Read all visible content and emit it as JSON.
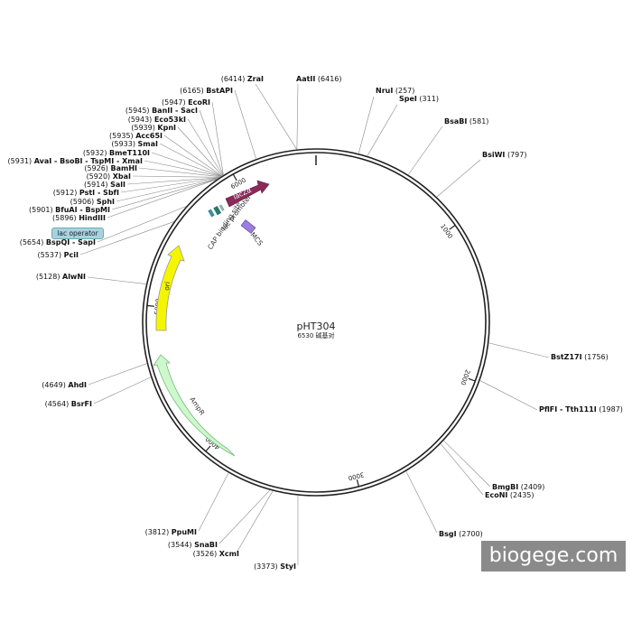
{
  "plasmid": {
    "name": "pHT304",
    "length_label": "6530 碱基对",
    "length": 6530
  },
  "ticks": [
    "1000",
    "2000",
    "3000",
    "4000",
    "5000",
    "6000"
  ],
  "watermark": "biogege.com",
  "lac_operator": "lac operator",
  "features": {
    "lacZa": "lacZα",
    "lac_promoter": "lac promoter",
    "cap_site": "CAP binding site",
    "mcs": "MCS",
    "ori": "ori",
    "ampr": "AmpR"
  },
  "sites": [
    {
      "pos": "(6414)",
      "name": "ZraI"
    },
    {
      "pos": "(6416)",
      "name": "AatII"
    },
    {
      "pos": "(257)",
      "name": "NruI"
    },
    {
      "pos": "(311)",
      "name": "SpeI"
    },
    {
      "pos": "(581)",
      "name": "BsaBI"
    },
    {
      "pos": "(797)",
      "name": "BsiWI"
    },
    {
      "pos": "(1756)",
      "name": "BstZ17I"
    },
    {
      "pos": "(1987)",
      "name": "PflFI - Tth111I"
    },
    {
      "pos": "(2409)",
      "name": "BmgBI"
    },
    {
      "pos": "(2435)",
      "name": "EcoNI"
    },
    {
      "pos": "(2700)",
      "name": "BsgI"
    },
    {
      "pos": "(3373)",
      "name": "StyI"
    },
    {
      "pos": "(3526)",
      "name": "XcmI"
    },
    {
      "pos": "(3544)",
      "name": "SnaBI"
    },
    {
      "pos": "(3812)",
      "name": "PpuMI"
    },
    {
      "pos": "(4564)",
      "name": "BsrFI"
    },
    {
      "pos": "(4649)",
      "name": "AhdI"
    },
    {
      "pos": "(5128)",
      "name": "AlwNI"
    },
    {
      "pos": "(5537)",
      "name": "PciI"
    },
    {
      "pos": "(5654)",
      "name": "BspQI - SapI"
    },
    {
      "pos": "(5896)",
      "name": "HindIII"
    },
    {
      "pos": "(5901)",
      "name": "BfuAI - BspMI"
    },
    {
      "pos": "(5906)",
      "name": "SphI"
    },
    {
      "pos": "(5912)",
      "name": "PstI - SbfI"
    },
    {
      "pos": "(5914)",
      "name": "SalI"
    },
    {
      "pos": "(5920)",
      "name": "XbaI"
    },
    {
      "pos": "(5926)",
      "name": "BamHI"
    },
    {
      "pos": "(5931)",
      "name": "AvaI - BsoBI - TspMI - XmaI"
    },
    {
      "pos": "(5932)",
      "name": "BmeT110I"
    },
    {
      "pos": "(5933)",
      "name": "SmaI"
    },
    {
      "pos": "(5935)",
      "name": "Acc65I"
    },
    {
      "pos": "(5939)",
      "name": "KpnI"
    },
    {
      "pos": "(5943)",
      "name": "Eco53kI"
    },
    {
      "pos": "(5945)",
      "name": "BanII - SacI"
    },
    {
      "pos": "(5947)",
      "name": "EcoRI"
    },
    {
      "pos": "(6165)",
      "name": "BstAPI"
    }
  ]
}
